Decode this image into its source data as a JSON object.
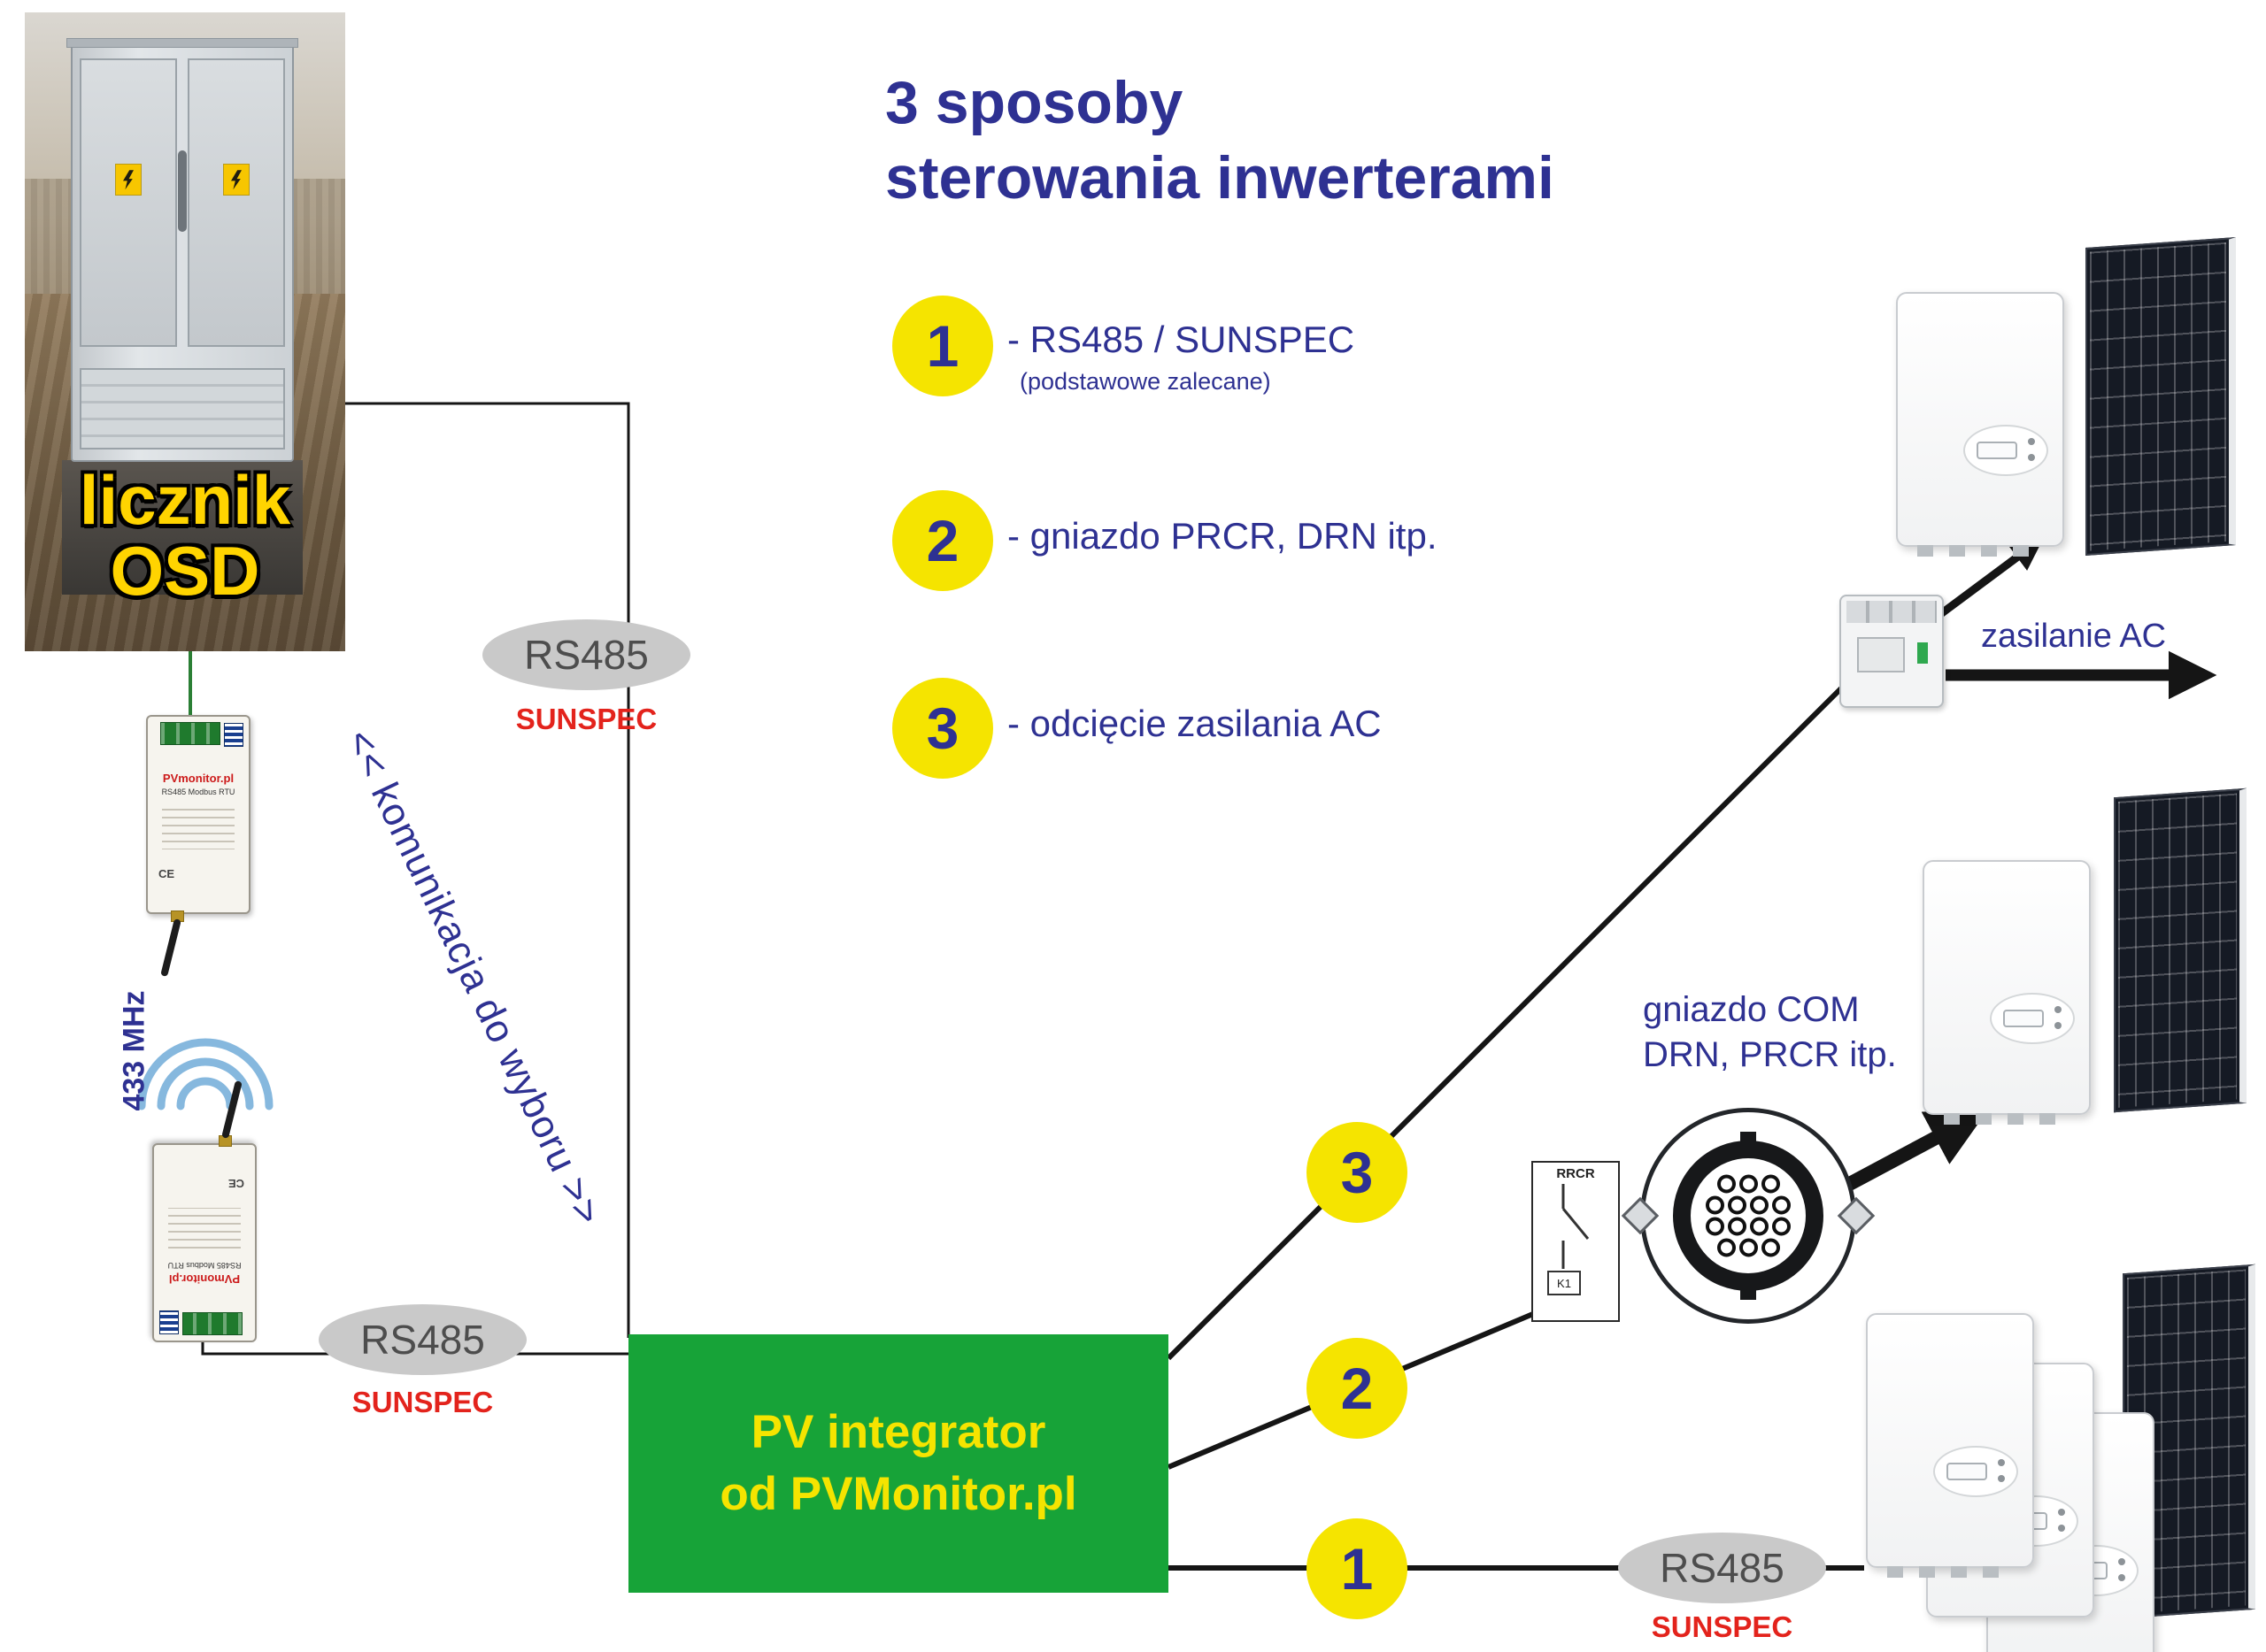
{
  "title": {
    "line1": "3 sposoby",
    "line2": "sterowania inwerterami"
  },
  "methods": [
    {
      "num": "1",
      "label": "- RS485 / SUNSPEC",
      "sublabel": "(podstawowe zalecane)"
    },
    {
      "num": "2",
      "label": "- gniazdo PRCR, DRN itp."
    },
    {
      "num": "3",
      "label": "- odcięcie zasilania AC"
    }
  ],
  "cabinet": {
    "label_line1": "licznik",
    "label_line2": "OSD"
  },
  "radio_link": {
    "frequency": "433 MHz",
    "module_brand": "PVmonitor.pl",
    "module_desc": "RS485 Modbus RTU",
    "module_ce": "CE"
  },
  "buses": {
    "meter_bus": {
      "label": "RS485",
      "protocol": "SUNSPEC"
    },
    "radio_bus": {
      "label": "RS485",
      "protocol": "SUNSPEC"
    },
    "inverter_bus": {
      "label": "RS485",
      "protocol": "SUNSPEC"
    }
  },
  "komunikacja_note": "<< komunikacja do wyboru >>",
  "integrator": {
    "line1": "PV integrator",
    "line2": "od PVMonitor.pl"
  },
  "path_badges": {
    "method3": "3",
    "method2": "2",
    "method1": "1"
  },
  "annotations": {
    "zasilanie_ac": "zasilanie AC",
    "gniazdo_com_line1": "gniazdo COM",
    "gniazdo_com_line2": "DRN, PRCR itp.",
    "relay_title": "RRCR",
    "relay_coil": "K1"
  },
  "colors": {
    "navy": "#2e3192",
    "badge_yellow": "#f5e400",
    "integrator_green": "#17a338",
    "sunspec_red": "#e3231c",
    "pill_gray": "#c9c9c9"
  }
}
